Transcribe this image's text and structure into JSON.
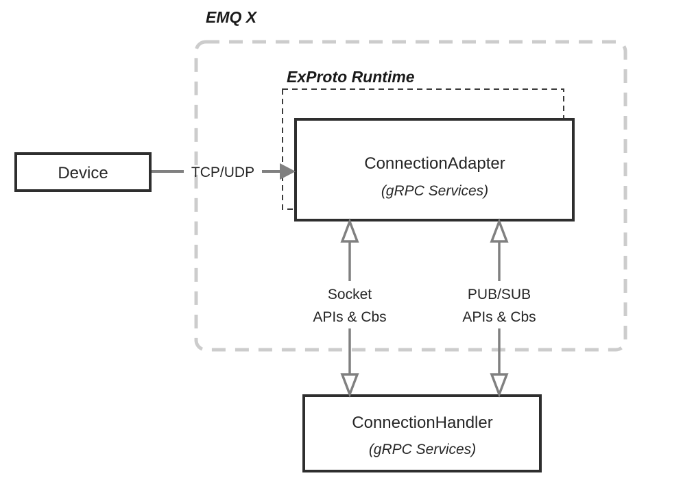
{
  "diagram": {
    "title_emqx": "EMQ X",
    "title_exproto": "ExProto Runtime",
    "nodes": {
      "device": {
        "label": "Device"
      },
      "connection_adapter": {
        "title": "ConnectionAdapter",
        "subtitle": "(gRPC Services)"
      },
      "connection_handler": {
        "title": "ConnectionHandler",
        "subtitle": "(gRPC Services)"
      }
    },
    "edges": {
      "device_to_adapter": {
        "label": "TCP/UDP"
      },
      "socket": {
        "label_line1": "Socket",
        "label_line2": "APIs & Cbs"
      },
      "pubsub": {
        "label_line1": "PUB/SUB",
        "label_line2": "APIs & Cbs"
      }
    },
    "colors": {
      "background": "#ffffff",
      "box_stroke": "#2e2e2e",
      "text": "#262626",
      "outer_dashed_border": "#cccccc",
      "inner_dashed_border": "#3a3a3a",
      "arrow": "#808080"
    }
  }
}
